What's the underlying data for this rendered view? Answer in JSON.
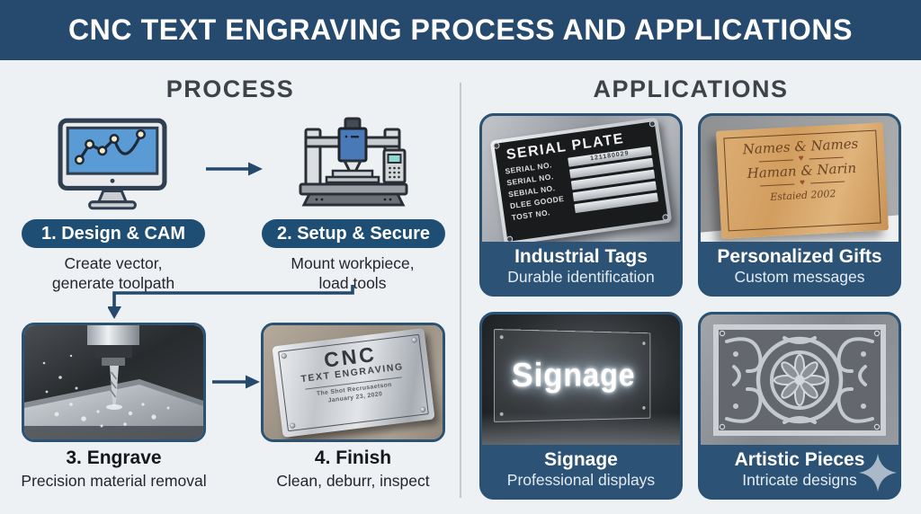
{
  "banner": {
    "title": "CNC TEXT ENGRAVING PROCESS AND APPLICATIONS"
  },
  "process": {
    "heading": "PROCESS",
    "step1": {
      "label": "1. Design & CAM",
      "line1": "Create vector,",
      "line2": "generate toolpath"
    },
    "step2": {
      "label": "2. Setup & Secure",
      "line1": "Mount workpiece,",
      "line2": "load tools"
    },
    "step3": {
      "label": "3. Engrave",
      "desc": "Precision material removal"
    },
    "step4": {
      "label": "4. Finish",
      "desc": "Clean, deburr, inspect",
      "plate": {
        "line1": "CNC",
        "line2": "TEXT ENGRAVING",
        "line3": "The Shot Recrusaetson",
        "line4": "January 23, 2020"
      }
    }
  },
  "applications": {
    "heading": "APPLICATIONS",
    "cards": [
      {
        "title": "Industrial Tags",
        "subtitle": "Durable identification",
        "plate": {
          "title": "SERIAL PLATE",
          "rows": [
            "SERIAL NO.",
            "SERIAL NO.",
            "SEBIAL NO.",
            "DLEE GOODE",
            "TOST NO."
          ],
          "serial_value": "121180029"
        }
      },
      {
        "title": "Personalized Gifts",
        "subtitle": "Custom messages",
        "plaque": {
          "line1": "Names & Names",
          "line2": "Haman & Narin",
          "line3": "Estaied 2002",
          "heart": "♥"
        }
      },
      {
        "title": "Signage",
        "subtitle": "Professional displays",
        "sign_text": "Signage"
      },
      {
        "title": "Artistic Pieces",
        "subtitle": "Intricate designs"
      }
    ]
  },
  "colors": {
    "banner_navy": "#264a6d",
    "pill_navy": "#1f4e74",
    "caption_navy": "#2c5375",
    "card_border_navy": "#2b5173",
    "background": "#edf1f4",
    "heading_gray": "#3e434a",
    "arrow_navy": "#24496b",
    "screen_blue": "#5b9bd5",
    "wood_tan": "#d29e5f"
  }
}
